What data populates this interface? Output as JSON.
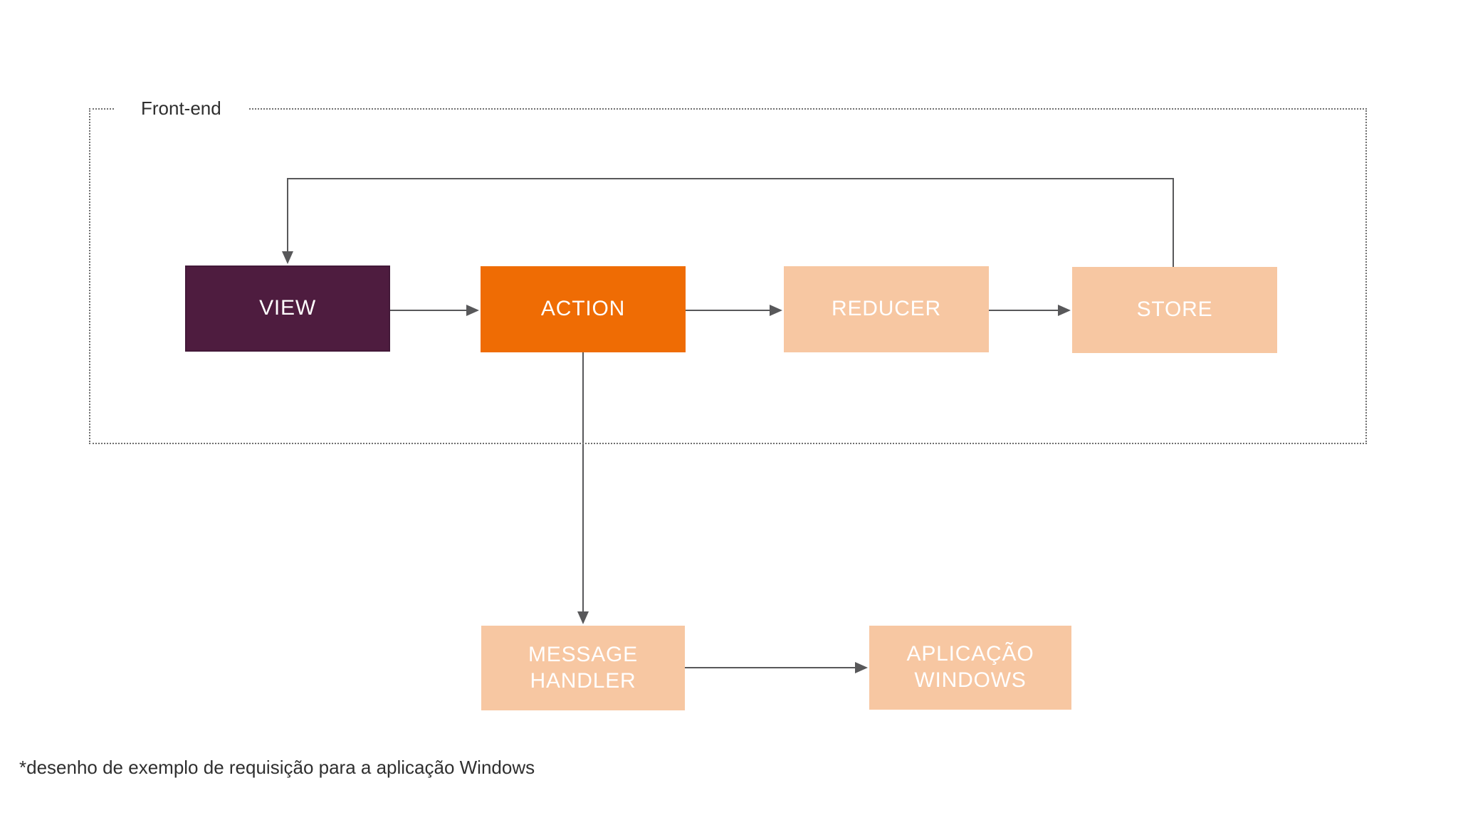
{
  "frame": {
    "label": "Front-end"
  },
  "nodes": {
    "view": {
      "label": "VIEW",
      "fill": "#4E1C3F",
      "text_color": "#FFFFFF"
    },
    "action": {
      "label": "ACTION",
      "fill": "#EF6C04",
      "text_color": "#FFFFFF"
    },
    "reducer": {
      "label": "REDUCER",
      "fill": "#F7C7A2",
      "text_color": "#FFFFFF"
    },
    "store": {
      "label": "STORE",
      "fill": "#F7C7A2",
      "text_color": "#FFFFFF"
    },
    "message_handler": {
      "label": "MESSAGE\nHANDLER",
      "fill": "#F7C7A2",
      "text_color": "#FFFFFF"
    },
    "windows_app": {
      "label": "APLICAÇÃO\nWINDOWS",
      "fill": "#F7C7A2",
      "text_color": "#FFFFFF"
    }
  },
  "edges": [
    {
      "from": "view",
      "to": "action"
    },
    {
      "from": "action",
      "to": "reducer"
    },
    {
      "from": "reducer",
      "to": "store"
    },
    {
      "from": "store",
      "to": "view"
    },
    {
      "from": "action",
      "to": "message_handler"
    },
    {
      "from": "message_handler",
      "to": "windows_app"
    }
  ],
  "caption": {
    "text": "*desenho de exemplo de requisição para a aplicação Windows"
  },
  "colors": {
    "connector": "#58585A",
    "boundary_border": "#6F6F6F",
    "background": "#FFFFFF",
    "label_text": "#2E2E2E"
  }
}
